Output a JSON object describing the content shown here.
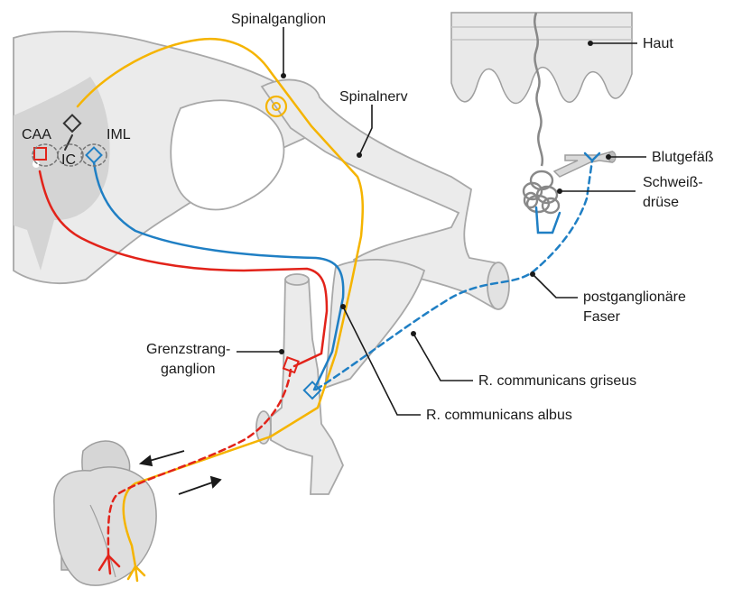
{
  "labels": {
    "spinalganglion": "Spinalganglion",
    "haut": "Haut",
    "spinalnerv": "Spinalnerv",
    "blutgefaess": "Blutgefäß",
    "caa": "CAA",
    "iml": "IML",
    "ic": "IC",
    "schweiss_1": "Schweiß-",
    "schweiss_2": "drüse",
    "postganglionaer_1": "postganglionäre",
    "postganglionaer_2": "Faser",
    "grenzstrang_1": "Grenzstrang-",
    "grenzstrang_2": "ganglion",
    "griseus": "R. communicans griseus",
    "albus": "R. communicans albus"
  },
  "colors": {
    "sensory_afferent": "#f5b400",
    "preganglionic_heart": "#e2231a",
    "preganglionic_sweat": "#1f7fc4",
    "nerve_tissue": "#ebebeb",
    "grey_matter": "#d4d4d4",
    "outline": "#a8a8a8",
    "label_text": "#1a1a1a"
  }
}
